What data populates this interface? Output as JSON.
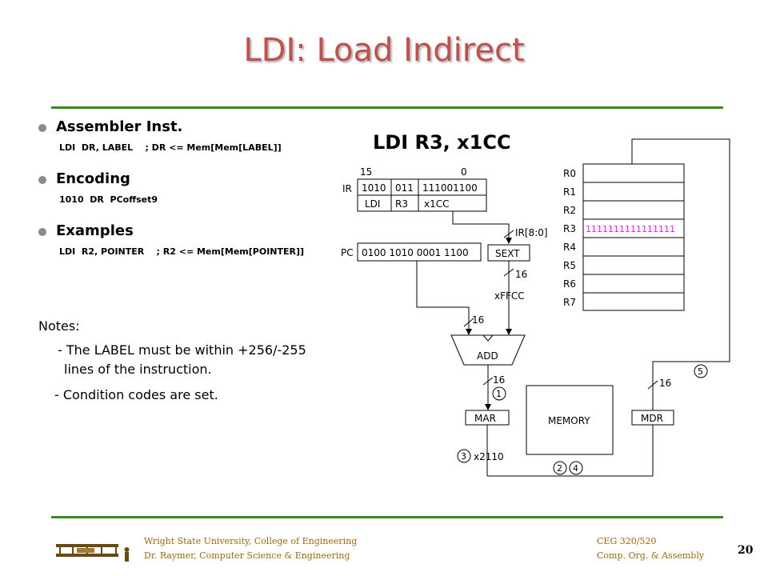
{
  "slide": {
    "title": "LDI:  Load Indirect",
    "page_number": "20"
  },
  "bullets": [
    {
      "heading": "Assembler Inst.",
      "detail": "LDI  DR, LABEL    ; DR <= Mem[Mem[LABEL]]"
    },
    {
      "heading": "Encoding",
      "detail": "1010  DR  PCoffset9"
    },
    {
      "heading": "Examples",
      "detail": "LDI  R2, POINTER    ; R2 <= Mem[Mem[POINTER]]"
    }
  ],
  "notes": {
    "label": "Notes:",
    "line1a": "- The LABEL must be within +256/-255",
    "line1b": "lines of the instruction.",
    "line2": "- Condition codes are set."
  },
  "diagram": {
    "title": "LDI R3, x1CC",
    "ir": {
      "label": "IR",
      "bit_high": "15",
      "bit_low": "0",
      "fields": [
        "1010",
        "011",
        "111001100"
      ],
      "field_labels": [
        "LDI",
        "R3",
        "x1CC"
      ]
    },
    "pc": {
      "label": "PC",
      "value": "0100 1010 0001 1100"
    },
    "sext": "SEXT",
    "ir_slice": "IR[8:0]",
    "bus_width": "16",
    "sext_output": "xFFCC",
    "adder": "ADD",
    "mar": "MAR",
    "mdr": "MDR",
    "memory": "MEMORY",
    "mar_value": "x2110",
    "registers": [
      "R0",
      "R1",
      "R2",
      "R3",
      "R4",
      "R5",
      "R6",
      "R7"
    ],
    "r3_value": "1111111111111111",
    "steps": [
      "1",
      "2",
      "3",
      "4",
      "5"
    ]
  },
  "footer": {
    "left_line1": "Wright State University,  College of Engineering",
    "left_line2": "Dr. Raymer, Computer Science & Engineering",
    "right_line1": "CEG 320/520",
    "right_line2": "Comp. Org. & Assembly"
  },
  "colors": {
    "title": "#c0504d",
    "rule": "#3a8a1a",
    "register_value": "#e020e0",
    "footer": "#9a6a10"
  }
}
